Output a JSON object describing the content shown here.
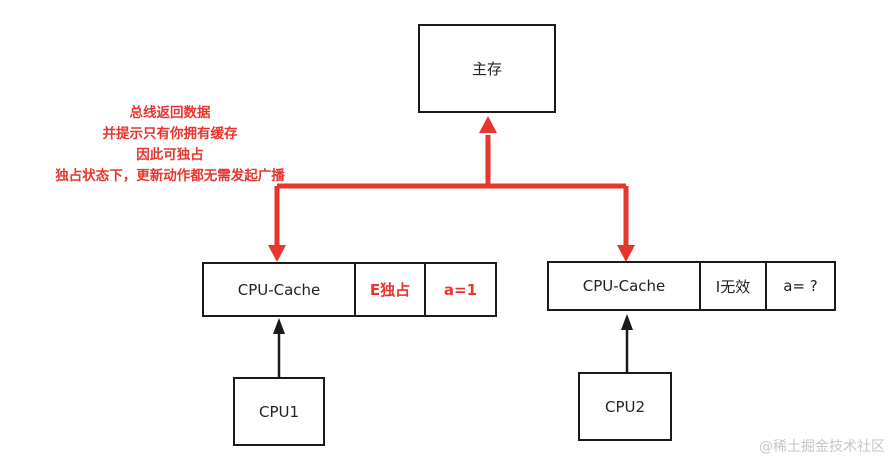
{
  "nodes": {
    "main_memory": "主存",
    "cpu1": "CPU1",
    "cpu2": "CPU2"
  },
  "cache_left": {
    "label": "CPU-Cache",
    "state": "E独占",
    "value": "a=1"
  },
  "cache_right": {
    "label": "CPU-Cache",
    "state": "I无效",
    "value": "a= ?"
  },
  "annotation": {
    "lines": [
      "总线返回数据",
      "并提示只有你拥有缓存",
      "因此可独占",
      "独占状态下，更新动作都无需发起广播"
    ]
  },
  "watermark": "@稀土掘金技术社区",
  "colors": {
    "highlight": "#e8352e",
    "border": "#1a1a1a"
  }
}
